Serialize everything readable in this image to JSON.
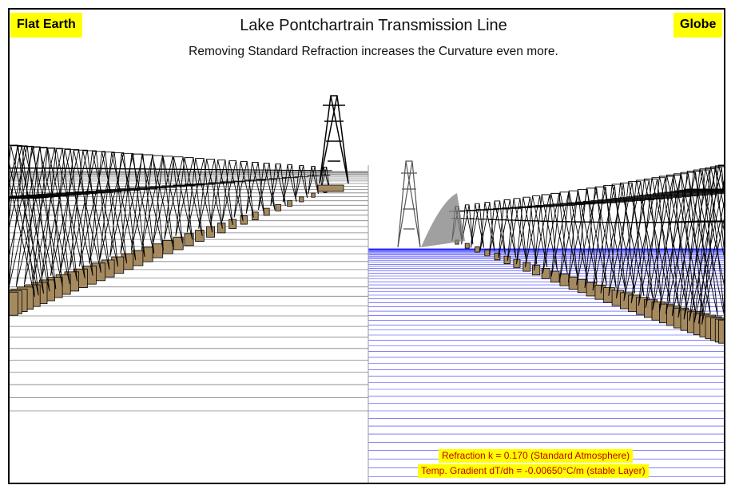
{
  "header": {
    "title": "Lake Pontchartrain Transmission Line",
    "subtitle": "Removing Standard Refraction increases the Curvature even more."
  },
  "panels": {
    "left_label": "Flat Earth",
    "right_label": "Globe"
  },
  "refraction": {
    "line1": "Refraction k = 0.170 (Standard Atmosphere)",
    "line2": "Temp. Gradient dT/dh = -0.00650°C/m (stable Layer)"
  },
  "colors": {
    "label_background": "#ffff00",
    "info_text": "#c00000",
    "water_lines_globe": "#0000ff",
    "water_lines_flat": "#808080",
    "pillar_fill": "#a68a5f",
    "tower_stroke": "#000000"
  }
}
